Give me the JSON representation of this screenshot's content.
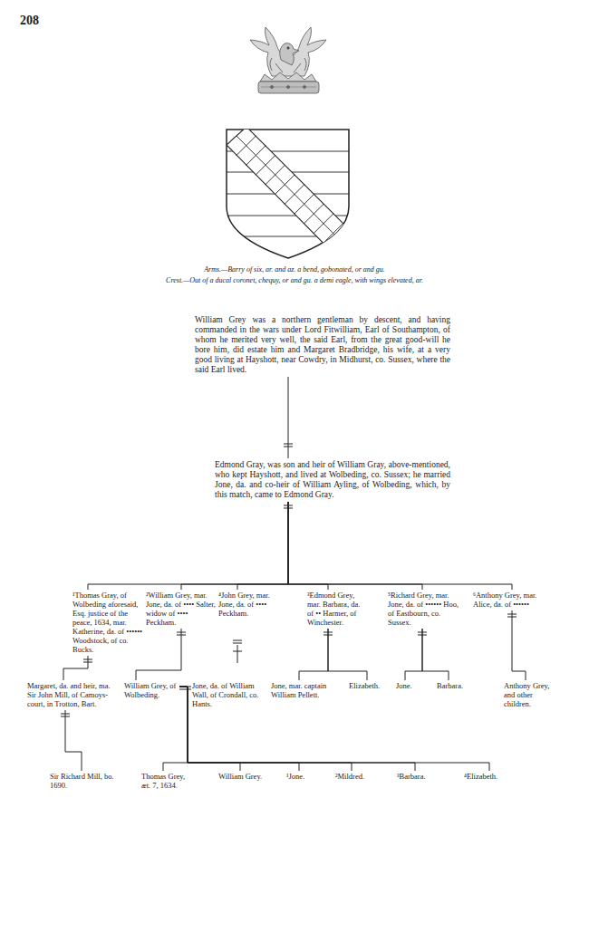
{
  "diagram": {
    "nodes": [
      {
        "text": [
          "William Grey was a northern gentleman by descent, and having commanded in the wars under Lord Fitwilliam, Earl of Southampton, of whom he merited very well, the said Earl, from the great good-will he bore him, did estate him and Margaret Bradbridge, his wife, at a very good living at Hayshott, near Cowdry, in Midhurst, co. Sussex, where the said Earl lived."
        ]
      },
      {
        "text": [
          "Edmond Gray, was son and heir of William Gray, above-mentioned, who kept Hayshott, and lived at Wolbeding, co. Sussex; he married Jone, da. and co-heir of William Ayling, of Wolbeding, which, by this match, came to Edmond Gray."
        ]
      },
      {
        "text": [
          "¹Thomas Gray, of Wolbeding aforesaid, Esq. justice of the peace, 1634, mar. Katherine, da. of •••••• Woodstock, of co. Bucks."
        ]
      },
      {
        "text": [
          "²William Grey, mar. Jone, da. of •••• Salter, widow of •••• Peckham."
        ]
      },
      {
        "text": [
          "⁴John Grey, mar. Jone, da. of •••• Peckham."
        ]
      },
      {
        "text": [
          "³Edmond Grey, mar. Barbara, da. of •• Harmer, of Winchester."
        ]
      },
      {
        "text": [
          "⁵Richard Grey, mar. Jone, da. of •••••• Hoo, of Eastbourn, co. Sussex."
        ]
      },
      {
        "text": [
          "⁶Anthony Grey, mar. Alice, da. of ••••••"
        ]
      },
      {
        "text": [
          "Margaret, da. and heir, ma. Sir John Mill, of Camoys-court, in Trotton, Bart."
        ]
      },
      {
        "text": [
          "William Grey, of Wolbeding."
        ]
      },
      {
        "text": [
          "Jone, da. of William Wall, of Crondall, co. Hants."
        ]
      },
      {
        "text": [
          "Jone, mar. captain William Pellett."
        ]
      },
      {
        "text": [
          "Elizabeth."
        ]
      },
      {
        "text": [
          "Jone."
        ]
      },
      {
        "text": [
          "Barbara."
        ]
      },
      {
        "text": [
          "Anthony Grey, and other children."
        ]
      },
      {
        "text": [
          "Sir Richard Mill, bo. 1690."
        ]
      },
      {
        "text": [
          "Thomas Grey, æt. 7, 1634."
        ]
      },
      {
        "text": [
          "William Grey."
        ]
      },
      {
        "text": [
          "¹Jone."
        ]
      },
      {
        "text": [
          "²Mildred."
        ]
      },
      {
        "text": [
          "³Barbara."
        ]
      },
      {
        "text": [
          "⁴Elizabeth."
        ]
      }
    ],
    "edges": [
      {
        "from": 0,
        "to": 1,
        "arrow": "none"
      },
      {
        "from": 1,
        "to": 2,
        "arrow": "none"
      },
      {
        "from": 1,
        "to": 3,
        "arrow": "none"
      },
      {
        "from": 1,
        "to": 4,
        "arrow": "none"
      },
      {
        "from": 1,
        "to": 5,
        "arrow": "none"
      },
      {
        "from": 1,
        "to": 6,
        "arrow": "none"
      },
      {
        "from": 1,
        "to": 7,
        "arrow": "none"
      },
      {
        "from": 2,
        "to": 8,
        "arrow": "none"
      },
      {
        "from": 3,
        "to": 9,
        "arrow": "none"
      },
      {
        "from": 5,
        "to": 11,
        "arrow": "none"
      },
      {
        "from": 5,
        "to": 12,
        "arrow": "none"
      },
      {
        "from": 6,
        "to": 13,
        "arrow": "none"
      },
      {
        "from": 6,
        "to": 14,
        "arrow": "none"
      },
      {
        "from": 7,
        "to": 15,
        "arrow": "none"
      },
      {
        "from": 8,
        "to": 16,
        "arrow": "none"
      },
      {
        "from": 9,
        "to": 10,
        "arrow": "none"
      },
      {
        "from": 9,
        "to": 17,
        "arrow": "none"
      },
      {
        "from": 9,
        "to": 18,
        "arrow": "none"
      },
      {
        "from": 9,
        "to": 19,
        "arrow": "none"
      },
      {
        "from": 9,
        "to": 20,
        "arrow": "none"
      },
      {
        "from": 9,
        "to": 21,
        "arrow": "none"
      },
      {
        "from": 9,
        "to": 22,
        "arrow": "none"
      }
    ],
    "labels": [
      "208",
      "Arms.—Barry of six, ar. and az. a bend, gobonated, or and gu.",
      "Crest.—Out of a ducal coronet, chequy, or and gu. a demi eagle, with wings elevated, ar."
    ]
  }
}
